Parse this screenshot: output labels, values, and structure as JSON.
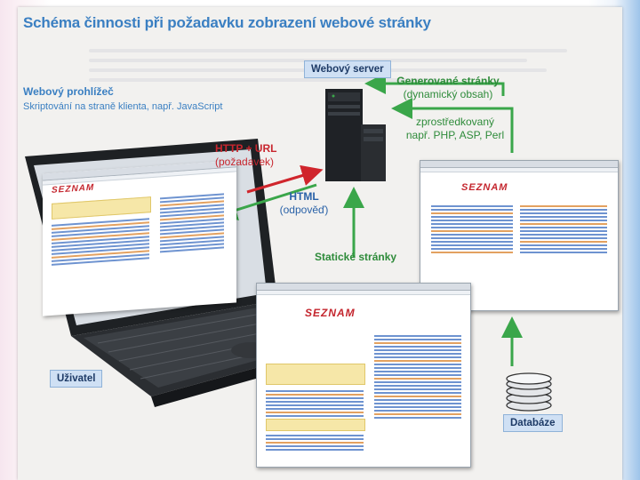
{
  "title": "Schéma činnosti při požadavku zobrazení webové stránky",
  "browser": {
    "heading": "Webový prohlížeč",
    "subtext": "Skriptování na straně klienta, např. JavaScript"
  },
  "server": {
    "label": "Webový server"
  },
  "generated": {
    "heading": "Generované stránky",
    "subtext": "(dynamický obsah)",
    "note_line1": "zprostředkovaný",
    "note_line2": "např. PHP, ASP, Perl"
  },
  "request": {
    "heading": "HTTP + URL",
    "subtext": "(požadavek)"
  },
  "response": {
    "heading": "HTML",
    "subtext": "(odpověď)"
  },
  "static": {
    "label": "Statické stránky"
  },
  "user": {
    "label": "Uživatel"
  },
  "database": {
    "label": "Databáze"
  },
  "site_logo": "SEZNAM",
  "colors": {
    "title": "#3a7fc2",
    "green_arrow": "#3aa64a",
    "red_arrow": "#d0252c",
    "label_box": "#cfe0f4"
  }
}
